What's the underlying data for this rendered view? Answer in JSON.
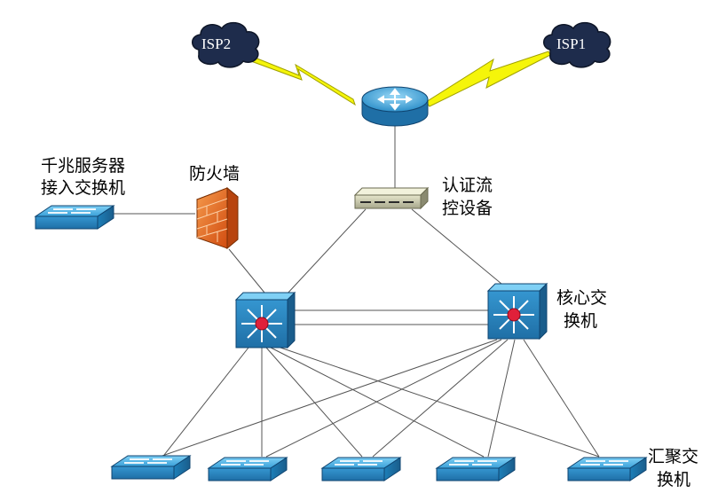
{
  "clouds": {
    "left": "ISP2",
    "right": "ISP1"
  },
  "labels": {
    "server_switch_line1": "千兆服务器",
    "server_switch_line2": "接入交换机",
    "firewall": "防火墙",
    "auth_line1": "认证流",
    "auth_line2": "控设备",
    "core_line1": "核心交",
    "core_line2": "换机",
    "agg_line1": "汇聚交",
    "agg_line2": "换机"
  },
  "icons": {
    "cloud": "cloud-icon",
    "router": "router-icon",
    "firewall": "firewall-icon",
    "appliance": "appliance-icon",
    "core_switch": "multilayer-switch-icon",
    "workgroup_switch": "workgroup-switch-icon",
    "wan_link": "lightning-bolt-icon"
  },
  "colors": {
    "device_blue": "#2a8bc4",
    "device_dark": "#1b5e8e",
    "cloud_navy": "#1e2c4c",
    "bolt_yellow": "#f5f50a",
    "firewall_orange": "#e8631c",
    "core_red": "#e0203a",
    "line_gray": "#555555"
  }
}
